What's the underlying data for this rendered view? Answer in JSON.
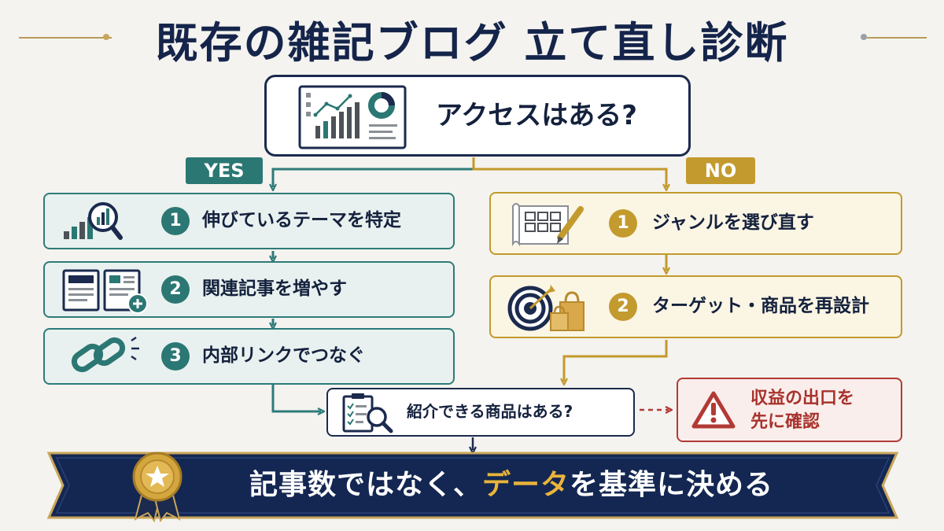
{
  "title": "既存の雑記ブログ 立て直し診断",
  "start_question": "アクセスはある?",
  "branches": {
    "yes": {
      "label": "YES",
      "color": "#2b7773"
    },
    "no": {
      "label": "NO",
      "color": "#c39a2d"
    }
  },
  "yes_steps": [
    {
      "number": "1",
      "label": "伸びているテーマを特定",
      "icon": "bar-chart-magnifier-icon"
    },
    {
      "number": "2",
      "label": "関連記事を増やす",
      "icon": "article-add-icon"
    },
    {
      "number": "3",
      "label": "内部リンクでつなぐ",
      "icon": "chain-link-icon"
    }
  ],
  "no_steps": [
    {
      "number": "1",
      "label": "ジャンルを選び直す",
      "icon": "map-pencil-icon"
    },
    {
      "number": "2",
      "label": "ターゲット・商品を再設計",
      "icon": "target-shopping-bag-icon"
    }
  ],
  "product_question": "紹介できる商品はある?",
  "alert": {
    "line1": "収益の出口を",
    "line2": "先に確認",
    "icon": "warning-icon"
  },
  "banner": {
    "before": "記事数ではなく、",
    "highlight": "データ",
    "after": "を基準に決める",
    "icon": "medal-star-icon"
  },
  "colors": {
    "navy": "#1b2a4e",
    "teal": "#2b7773",
    "gold": "#c39a2d",
    "red": "#b23a34"
  }
}
